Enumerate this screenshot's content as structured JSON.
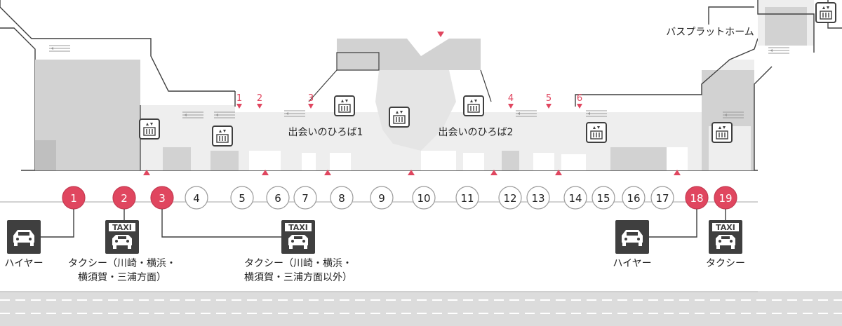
{
  "title": "",
  "colors": {
    "accent": "#e0465f",
    "building": "#eeeeee",
    "building_dark": "#d2d2d2",
    "road": "#dcdcdc",
    "icon_dark": "#3f3f3f"
  },
  "plaza_labels": [
    "出会いのひろば1",
    "出会いのひろば2"
  ],
  "bus_platform_label": "バスプラットホーム",
  "gates": [
    "1",
    "2",
    "3",
    "4",
    "5",
    "6"
  ],
  "elevator_icon": "elevator-icon",
  "stops": [
    {
      "num": "1",
      "highlighted": true
    },
    {
      "num": "2",
      "highlighted": true
    },
    {
      "num": "3",
      "highlighted": true
    },
    {
      "num": "4",
      "highlighted": false
    },
    {
      "num": "5",
      "highlighted": false
    },
    {
      "num": "6",
      "highlighted": false
    },
    {
      "num": "7",
      "highlighted": false
    },
    {
      "num": "8",
      "highlighted": false
    },
    {
      "num": "9",
      "highlighted": false
    },
    {
      "num": "10",
      "highlighted": false
    },
    {
      "num": "11",
      "highlighted": false
    },
    {
      "num": "12",
      "highlighted": false
    },
    {
      "num": "13",
      "highlighted": false
    },
    {
      "num": "14",
      "highlighted": false
    },
    {
      "num": "15",
      "highlighted": false
    },
    {
      "num": "16",
      "highlighted": false
    },
    {
      "num": "17",
      "highlighted": false
    },
    {
      "num": "18",
      "highlighted": true
    },
    {
      "num": "19",
      "highlighted": true
    }
  ],
  "services": [
    {
      "icon": "car-icon",
      "stop": "1",
      "lines": [
        "ハイヤー"
      ]
    },
    {
      "icon": "taxi-icon",
      "stop": "2",
      "badge": "TAXI",
      "lines": [
        "タクシー（川崎・横浜・",
        "横須賀・三浦方面）"
      ]
    },
    {
      "icon": "taxi-icon",
      "stop": "3",
      "badge": "TAXI",
      "lines": [
        "タクシー（川崎・横浜・",
        "横須賀・三浦方面以外）"
      ]
    },
    {
      "icon": "car-icon",
      "stop": "18",
      "lines": [
        "ハイヤー"
      ]
    },
    {
      "icon": "taxi-icon",
      "stop": "19",
      "badge": "TAXI",
      "lines": [
        "タクシー"
      ]
    }
  ]
}
